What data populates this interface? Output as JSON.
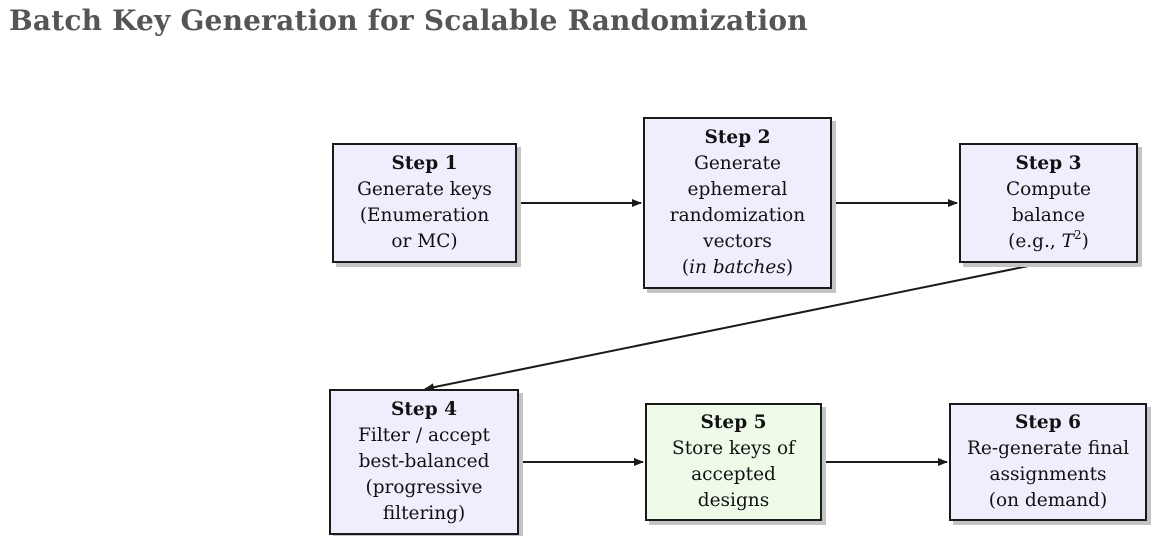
{
  "title": "Batch Key Generation for Scalable Randomization",
  "colors": {
    "box_fill": "#eeeefc",
    "accent_fill": "#eefbe9",
    "title": "#555555",
    "stroke": "#1a1a1a",
    "shadow": "#c4c4c4"
  },
  "steps": [
    {
      "label": "Step 1",
      "lines": [
        "Generate keys",
        "(Enumeration",
        "or MC)"
      ]
    },
    {
      "label": "Step 2",
      "lines": [
        "Generate",
        "ephemeral",
        "randomization",
        "vectors"
      ],
      "note_open": "(",
      "note_em": "in batches",
      "note_close": ")"
    },
    {
      "label": "Step 3",
      "lines": [
        "Compute",
        "balance"
      ],
      "example_prefix": "(e.g., ",
      "example_var": "T",
      "example_sup": "2",
      "example_suffix": ")"
    },
    {
      "label": "Step 4",
      "lines": [
        "Filter / accept",
        "best-balanced",
        "(progressive",
        "filtering)"
      ]
    },
    {
      "label": "Step 5",
      "lines": [
        "Store keys of",
        "accepted",
        "designs"
      ]
    },
    {
      "label": "Step 6",
      "lines": [
        "Re-generate final",
        "assignments",
        "(on demand)"
      ]
    }
  ]
}
